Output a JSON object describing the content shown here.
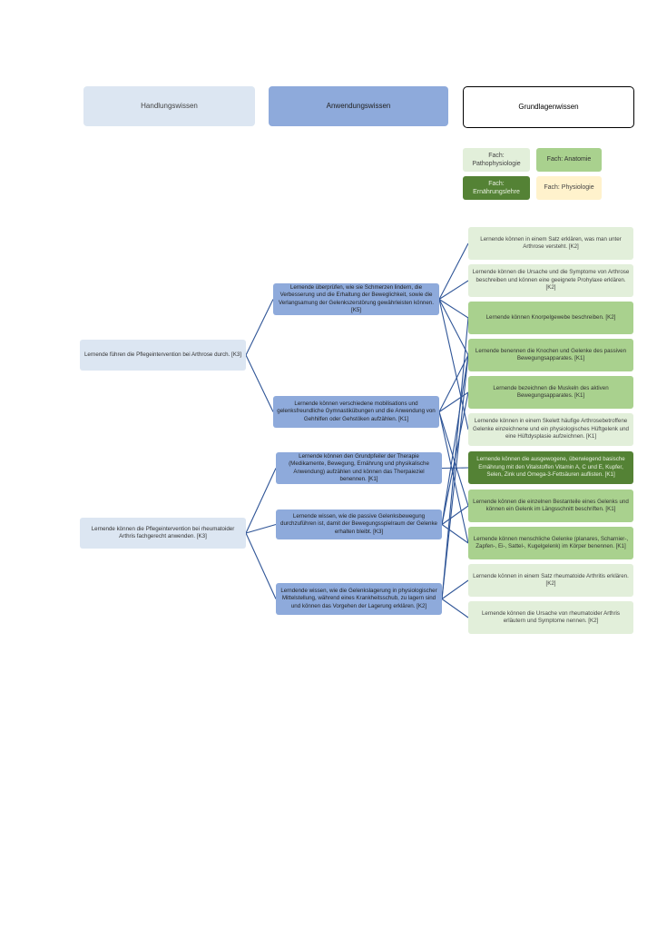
{
  "headers": {
    "handlungswissen": "Handlungswissen",
    "anwendungswissen": "Anwendungswissen",
    "grundlagenwissen": "Grundlagenwissen"
  },
  "legend": {
    "pathophysiologie": "Fach: Pathophysiologie",
    "anatomie": "Fach: Anatomie",
    "ernaehrungslehre": "Fach: Ernährungslehre",
    "physiologie": "Fach: Physiologie"
  },
  "colors": {
    "handlungswissen": "#dce6f2",
    "anwendungswissen": "#8eaadb",
    "pathophysiologie": "#e2efda",
    "anatomie": "#a9d18e",
    "ernaehrungslehre": "#548235",
    "physiologie": "#fff2cc",
    "connector": "#2f5597"
  },
  "level1": [
    {
      "text": "Lernende führen die Pflegeintervention bei Arthrose durch. [K3]"
    },
    {
      "text": "Lernende können die Pflegeintervention bei rheumatoider Arthris fachgerecht anwenden. [K3]"
    }
  ],
  "level2": [
    {
      "text": "Lernende überprüfen, wie sie Schmerzen lindern, die Verbesserung und die Erhaltung der Beweglichkeit, sowie die Verlangsamung der Gelenkszerstörung gewährleisten können. [K5]"
    },
    {
      "text": "Lernende können verschiedene mobilisations und gelenksfreundliche Gymnastikübungen und die Anwendung von Gehhilfen oder Gehstöken aufzählen. [K1]"
    },
    {
      "text": "Lernende können den Grundpfeiler der Therapie (Medikamente, Bewegung, Ernährung und physikalische Anwendung) aufzählen und können das Therpaieziel benennen. [K1]"
    },
    {
      "text": "Lernende wissen, wie die passive Gelenksbewegung durchzuführen ist, damit der Bewegungsspielraum der Gelenke erhalten bleibt. [K3]"
    },
    {
      "text": "Lerndende wissen, wie die Gelenkslagerung in physiologischer Mittelstellung, während eines Krankheitsschub, zu lagern sind und können das Vorgehen der Lagerung erklären. [K2]"
    }
  ],
  "level3": [
    {
      "text": "Lernende können in einem Satz erklären, was man unter Arthrose versteht. [K2]",
      "subject": "pathophysiologie"
    },
    {
      "text": "Lernende können die Ursache und die Symptome von Arthrose beschreiben und können eine geeignete Prohylaxe erklären. [K2]",
      "subject": "pathophysiologie"
    },
    {
      "text": "Lernende können Knorpelgewebe beschreiben. [K2]",
      "subject": "anatomie"
    },
    {
      "text": "Lernende benennen die Knochen und Gelenke des passiven Bewegungsapparates. [K1]",
      "subject": "anatomie"
    },
    {
      "text": "Lernende bezeichnen die Muskeln des aktiven Bewegungsapparates. [K1]",
      "subject": "anatomie"
    },
    {
      "text": "Lernende können in einem Skelett häufige Arthrosebetroffene Gelenke einzeichnene und ein physiologisches Hüftgelenk und eine Hüftdysplasie aufzeichnen. [K1]",
      "subject": "pathophysiologie"
    },
    {
      "text": "Lernende können die ausgewogene, überwiegend basische Ernährung mit den Vitalstoffen Vitamin A, C und E, Kupfer, Selen, Zink und Omega-3-Fettsäuren auflisten. [K1]",
      "subject": "ernaehrungslehre"
    },
    {
      "text": "Lernende können die einzelnen Bestanteile eines Gelenks und können ein Gelenk im Längsschnitt beschriften. [K1]",
      "subject": "anatomie"
    },
    {
      "text": "Lernende können menschliche Gelenke (planares, Scharnier-, Zapfen-, Ei-, Sattel-, Kugelgelenk) im Körper benennen. [K1]",
      "subject": "anatomie"
    },
    {
      "text": "Lernende können in einem Satz rheumatoide Arthritis erklären. [K2]",
      "subject": "pathophysiologie"
    },
    {
      "text": "Lernende können die Ursache von rheumatoider Arthris erläutern und Symptome nennen. [K2]",
      "subject": "pathophysiologie"
    }
  ],
  "edges_l1_l2": [
    [
      0,
      0
    ],
    [
      0,
      1
    ],
    [
      1,
      2
    ],
    [
      1,
      3
    ],
    [
      1,
      4
    ]
  ],
  "edges_l2_l3": [
    [
      0,
      0
    ],
    [
      0,
      1
    ],
    [
      0,
      2
    ],
    [
      0,
      3
    ],
    [
      0,
      5
    ],
    [
      1,
      3
    ],
    [
      1,
      4
    ],
    [
      1,
      7
    ],
    [
      1,
      8
    ],
    [
      2,
      6
    ],
    [
      3,
      3
    ],
    [
      3,
      4
    ],
    [
      3,
      7
    ],
    [
      3,
      8
    ],
    [
      4,
      9
    ],
    [
      4,
      10
    ],
    [
      4,
      2
    ],
    [
      4,
      3
    ]
  ]
}
